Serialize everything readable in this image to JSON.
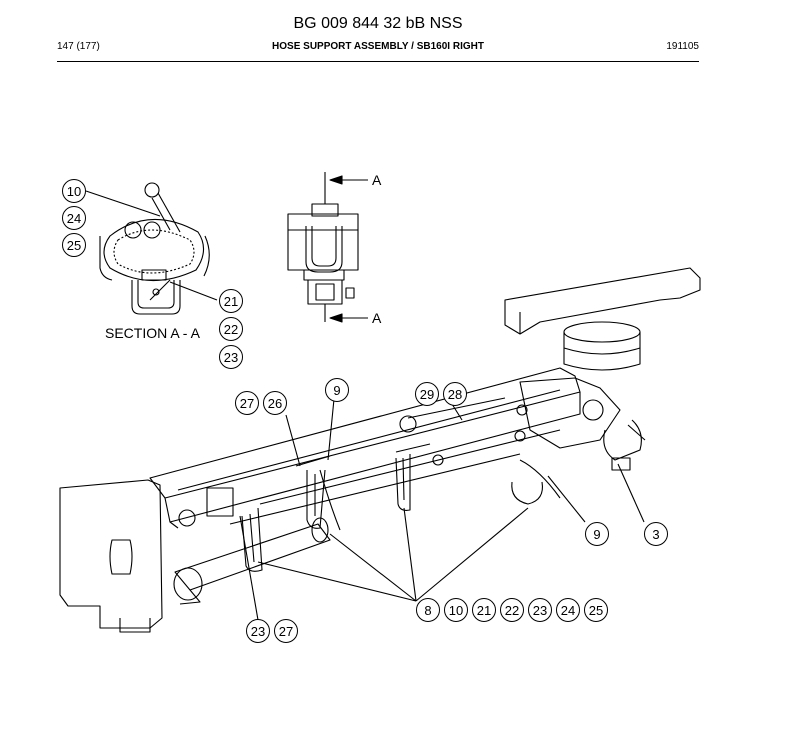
{
  "document": {
    "id": "BG 009 844 32 bB NSS",
    "page": "147 (177)",
    "title": "HOSE SUPPORT ASSEMBLY / SB160I RIGHT",
    "date": "191105"
  },
  "section_label": "SECTION A - A",
  "section_markers": [
    "A",
    "A"
  ],
  "callouts": [
    "10",
    "24",
    "25",
    "21",
    "22",
    "23",
    "9",
    "27",
    "26",
    "29",
    "28",
    "9",
    "3",
    "8",
    "10",
    "21",
    "22",
    "23",
    "24",
    "25",
    "23",
    "27"
  ]
}
